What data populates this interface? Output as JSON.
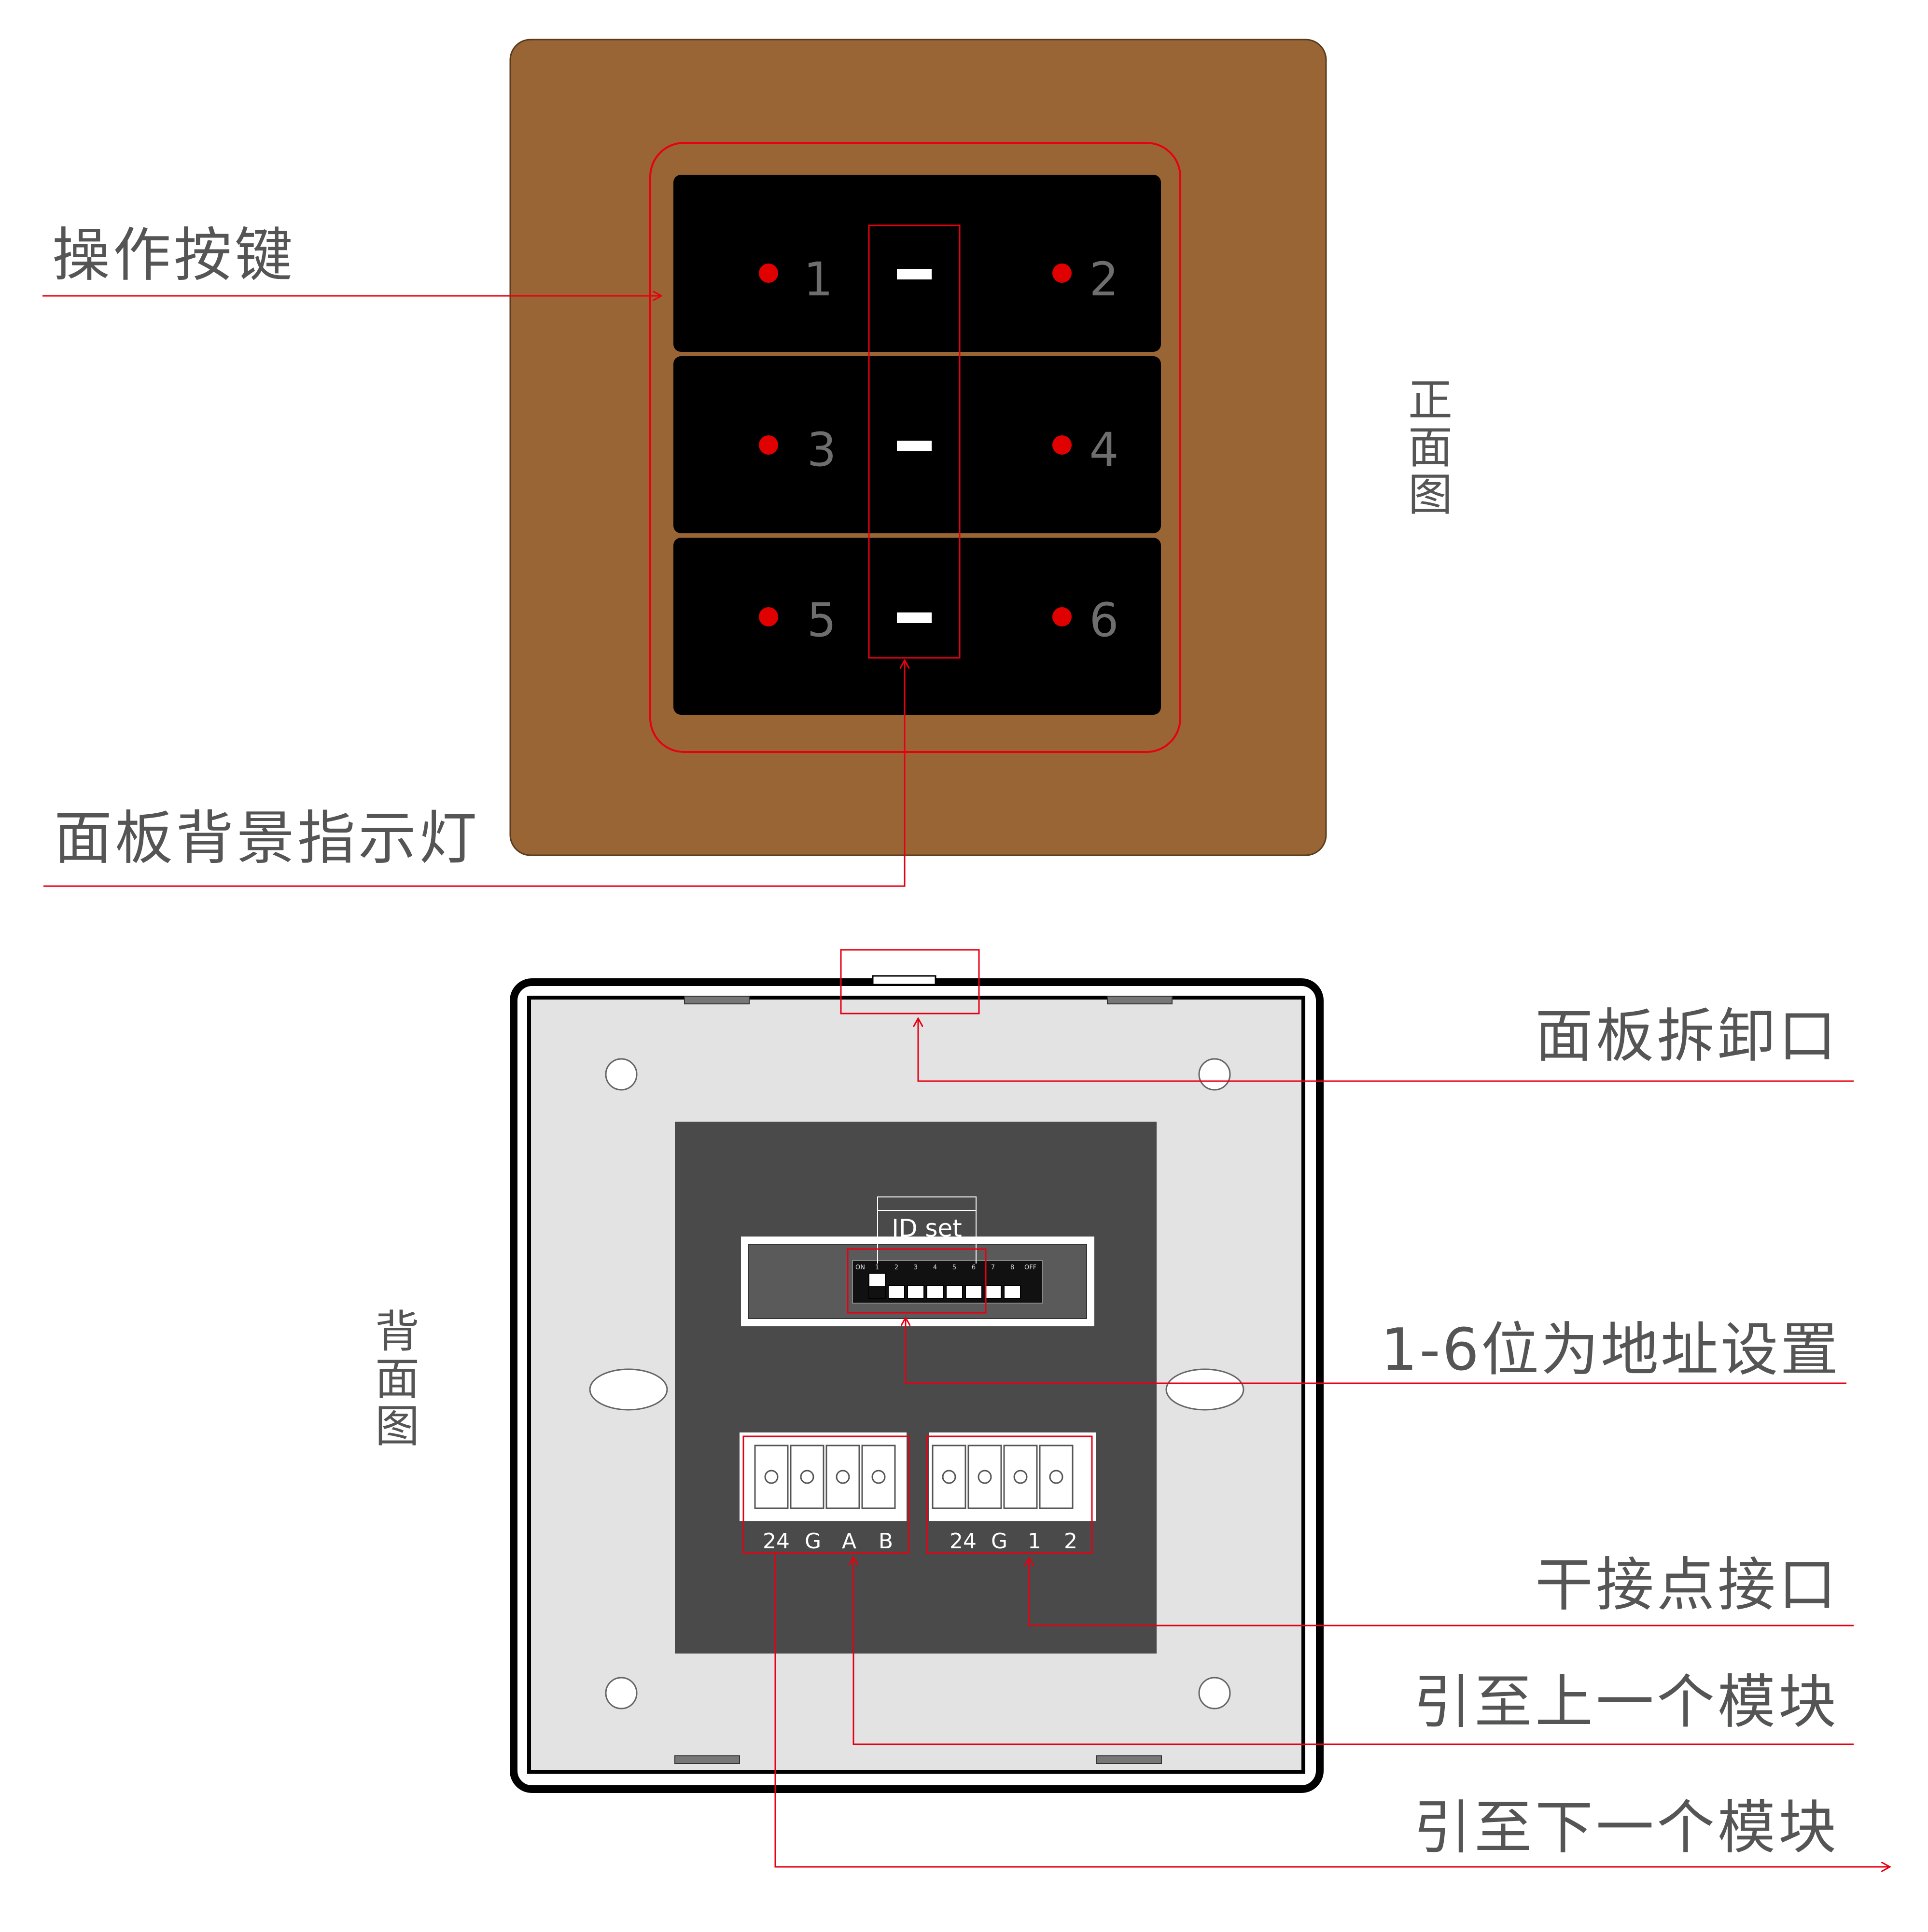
{
  "colors": {
    "panel_brown": "#9A6535",
    "key_black": "#000000",
    "indicator_red": "#E00000",
    "annotation_red": "#E60012",
    "label_gray": "#555555",
    "key_number_gray": "#6E6E6E",
    "back_light_gray": "#E3E3E3",
    "back_dark_gray": "#4A4A4A"
  },
  "front": {
    "view_label": "正面图",
    "key_numbers": [
      "1",
      "2",
      "3",
      "4",
      "5",
      "6"
    ]
  },
  "back": {
    "view_label": "背面图",
    "dip": {
      "label": "ID set",
      "on_label": "ON",
      "off_label": "OFF",
      "switch_numbers": [
        "1",
        "2",
        "3",
        "4",
        "5",
        "6",
        "7",
        "8"
      ]
    },
    "terminals": {
      "left": [
        "24",
        "G",
        "A",
        "B"
      ],
      "right": [
        "24",
        "G",
        "1",
        "2"
      ]
    }
  },
  "callouts": {
    "keys": "操作按键",
    "backlight": "面板背景指示灯",
    "release": "面板拆卸口",
    "address": "1-6位为地址设置",
    "dry_contact": "干接点接口",
    "to_upper": "引至上一个模块",
    "to_lower": "引至下一个模块"
  }
}
